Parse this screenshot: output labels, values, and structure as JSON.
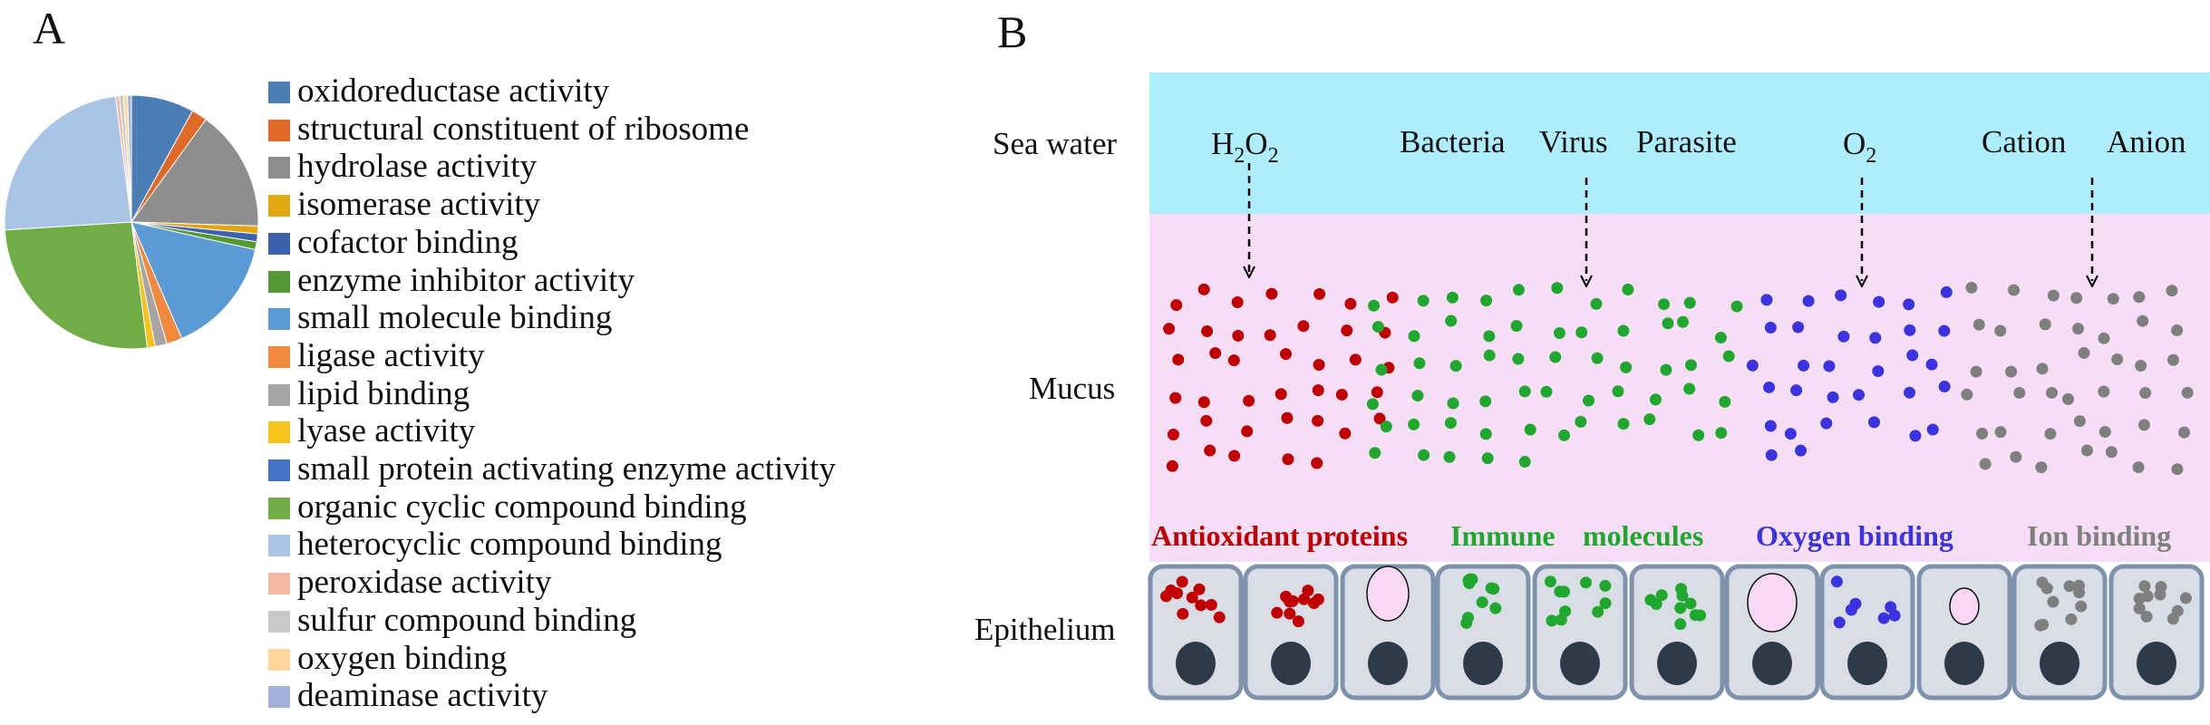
{
  "panel_a": {
    "label": "A",
    "chart_data": {
      "type": "pie",
      "categories": [
        "oxidoreductase activity",
        "structural constituent of ribosome",
        "hydrolase activity",
        "isomerase activity",
        "cofactor binding",
        "enzyme inhibitor activity",
        "small molecule binding",
        "ligase activity",
        "lipid binding",
        "lyase activity",
        "small protein activating enzyme activity",
        "organic cyclic compound binding",
        "heterocyclic compound binding",
        "peroxidase activity",
        "sulfur compound binding",
        "oxygen binding",
        "deaminase activity"
      ],
      "values": [
        8.0,
        2.0,
        15.5,
        1.0,
        1.0,
        1.0,
        15.0,
        2.0,
        1.5,
        1.0,
        0.0,
        26.0,
        24.0,
        0.5,
        0.5,
        0.5,
        0.5
      ],
      "colors": [
        "#4a7eb5",
        "#e06a25",
        "#8e8e8e",
        "#e0a712",
        "#3d62ad",
        "#559934",
        "#5b9bd5",
        "#f18a3c",
        "#a5a5a5",
        "#f8c21a",
        "#4472c4",
        "#70ad47",
        "#a9c4e4",
        "#f4b9a1",
        "#c9c9c9",
        "#ffd79a",
        "#a3b0d9"
      ],
      "legend": "right",
      "start_angle_deg": 0
    }
  },
  "panel_b": {
    "label": "B",
    "layers": {
      "sea_water": "Sea water",
      "mucus": "Mucus",
      "epithelium": "Epithelium"
    },
    "stimuli": [
      {
        "text": "H",
        "sub": "2",
        "text2": "O",
        "sub2": "2"
      },
      {
        "text": "Bacteria"
      },
      {
        "text": "Virus"
      },
      {
        "text": "Parasite"
      },
      {
        "text": "O",
        "sub": "2"
      },
      {
        "text": "Cation"
      },
      {
        "text": "Anion"
      }
    ],
    "categories": [
      {
        "label": "Antioxidant proteins",
        "color": "#c00000"
      },
      {
        "label": "Immune",
        "color": "#1fa82d"
      },
      {
        "label": "molecules",
        "color": "#1fa82d"
      },
      {
        "label": "Oxygen binding",
        "color": "#3b33e0"
      },
      {
        "label": "Ion binding",
        "color": "#7f7f7f"
      }
    ],
    "colors": {
      "sea_water": "#aeeefc",
      "mucus": "#f6def6",
      "cell_fill": "#d9dde6",
      "cell_border": "#7f92ab",
      "nucleus": "#2e3a47",
      "vesicle": "#f8d8f4",
      "antioxidant": "#c00000",
      "immune": "#1fa82d",
      "oxygen": "#3b33e0",
      "ion": "#7f7f7f"
    }
  }
}
